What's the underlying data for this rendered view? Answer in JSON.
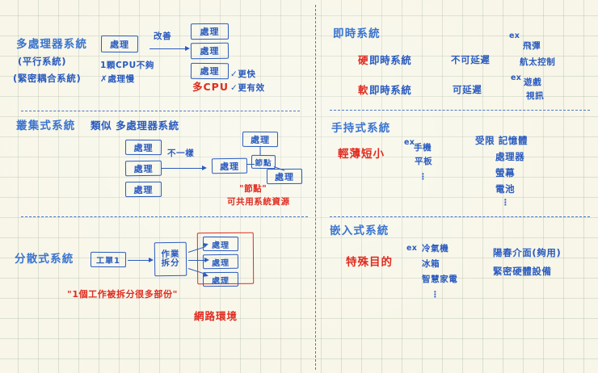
{
  "page": {
    "background_color": "#f7f6e8",
    "grid_color": "#a0aa96",
    "ink_blue": "#2a5bbf",
    "ink_light_blue": "#3a74d0",
    "ink_red": "#e02b20"
  },
  "sections": {
    "multiprocessor": {
      "title": "多處理器系統",
      "alias1": "(平行系統)",
      "alias2": "(緊密耦合系統)",
      "single_box": "處理",
      "note_cpu_not_enough": "1顆CPU不夠",
      "note_slow": "✗處理慢",
      "arrow_label": "改善",
      "boxes": [
        "處理",
        "處理",
        "處理"
      ],
      "multi_cpu": "多CPU",
      "benefit1": "✓更快",
      "benefit2": "✓更有效"
    },
    "cluster": {
      "title": "叢集式系統",
      "similar_note": "類似 多處理器系統",
      "left_boxes": [
        "處理",
        "處理",
        "處理"
      ],
      "arrow_label": "不一樣",
      "node_box": "節點",
      "right_boxes": [
        "處理",
        "處理",
        "處理"
      ],
      "red_note_line1": "\"節點\"",
      "red_note_line2": "可共用系統資源"
    },
    "distributed": {
      "title": "分散式系統",
      "job_box": "工單1",
      "split_box_line1": "作業",
      "split_box_line2": "拆分",
      "processor_boxes": [
        "處理",
        "處理",
        "處理"
      ],
      "red_quote": "\"1個工作被拆分很多部份\"",
      "red_label": "網路環境"
    },
    "realtime": {
      "title": "即時系統",
      "rows": [
        {
          "prefix": "硬",
          "name": "即時系統",
          "latency": "不可延遲",
          "ex_tag": "ex",
          "examples": [
            "飛彈",
            "航太控制"
          ]
        },
        {
          "prefix": "軟",
          "name": "即時系統",
          "latency": "可延遲",
          "ex_tag": "ex",
          "examples": [
            "遊戲",
            "視訊"
          ]
        }
      ]
    },
    "handheld": {
      "title": "手持式系統",
      "feature": "輕薄短小",
      "ex_tag": "ex",
      "examples": [
        "手機",
        "平板",
        "⋮"
      ],
      "limits_head": "受限 記憶體",
      "limits": [
        "處理器",
        "螢幕",
        "電池",
        "⋮"
      ]
    },
    "embedded": {
      "title": "嵌入式系統",
      "feature": "特殊目的",
      "ex_tag": "ex",
      "examples": [
        "冷氣機",
        "冰箱",
        "智慧家電",
        "⋮"
      ],
      "note1": "陽春介面(夠用)",
      "note2": "緊密硬體設備"
    }
  }
}
